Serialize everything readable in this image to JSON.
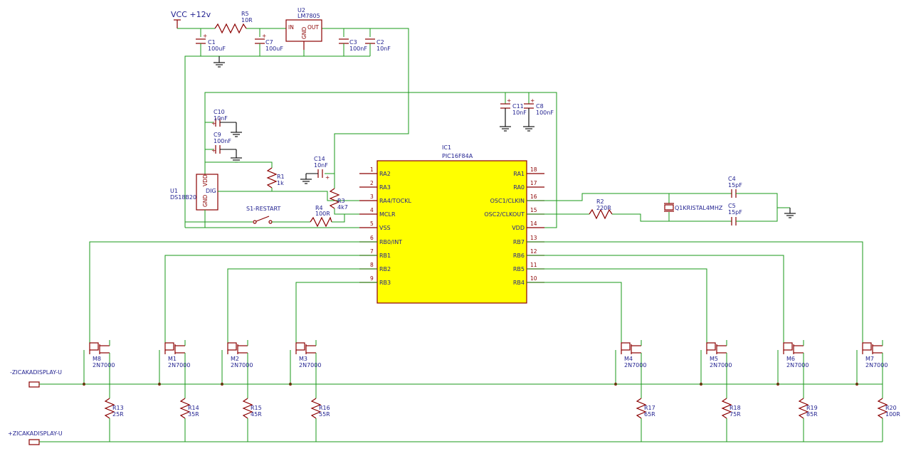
{
  "power": {
    "vcc_label": "VCC +12v"
  },
  "components": {
    "U2": {
      "ref": "U2",
      "value": "LM7805",
      "pin_in": "IN",
      "pin_out": "OUT",
      "pin_gnd": "GND"
    },
    "R5": {
      "ref": "R5",
      "value": "10R"
    },
    "C1": {
      "ref": "C1",
      "value": "100uF"
    },
    "C7": {
      "ref": "C7",
      "value": "100uF"
    },
    "C3": {
      "ref": "C3",
      "value": "100nF"
    },
    "C2": {
      "ref": "C2",
      "value": "10nF"
    },
    "C11": {
      "ref": "C11",
      "value": "10nF"
    },
    "C8": {
      "ref": "C8",
      "value": "100nF"
    },
    "C10": {
      "ref": "C10",
      "value": "10nF"
    },
    "C9": {
      "ref": "C9",
      "value": "100nF"
    },
    "C14": {
      "ref": "C14",
      "value": "10nF"
    },
    "R1": {
      "ref": "R1",
      "value": "1k"
    },
    "R3": {
      "ref": "R3",
      "value": "4k7"
    },
    "R4": {
      "ref": "R4",
      "value": "100R"
    },
    "R2": {
      "ref": "R2",
      "value": "220R"
    },
    "C4": {
      "ref": "C4",
      "value": "15pF"
    },
    "C5": {
      "ref": "C5",
      "value": "15pF"
    },
    "Q1": {
      "ref": "Q1KRISTAL4MHZ"
    },
    "U1": {
      "ref": "U1",
      "value": "DS18B20",
      "pin_vdd": "VDD",
      "pin_gnd": "GND",
      "pin_dig": "DIG"
    },
    "S1": {
      "ref": "S1-RESTART"
    },
    "IC1": {
      "ref": "IC1",
      "value": "PIC16F84A"
    }
  },
  "ic_pins_left": [
    {
      "name": "RA2",
      "num": "1"
    },
    {
      "name": "RA3",
      "num": "2"
    },
    {
      "name": "RA4/TOCKL",
      "num": "3"
    },
    {
      "name": "MCLR",
      "num": "4"
    },
    {
      "name": "VSS",
      "num": "5"
    },
    {
      "name": "RB0/INT",
      "num": "6"
    },
    {
      "name": "RB1",
      "num": "7"
    },
    {
      "name": "RB2",
      "num": "8"
    },
    {
      "name": "RB3",
      "num": "9"
    }
  ],
  "ic_pins_right": [
    {
      "name": "RA1",
      "num": "18"
    },
    {
      "name": "RA0",
      "num": "17"
    },
    {
      "name": "OSC1/CLKIN",
      "num": "16"
    },
    {
      "name": "OSC2/CLKOUT",
      "num": "15"
    },
    {
      "name": "VDD",
      "num": "14"
    },
    {
      "name": "RB7",
      "num": "13"
    },
    {
      "name": "RB6",
      "num": "12"
    },
    {
      "name": "RB5",
      "num": "11"
    },
    {
      "name": "RB4",
      "num": "10"
    }
  ],
  "mosfets": [
    {
      "ref": "M8",
      "value": "2N7000"
    },
    {
      "ref": "M1",
      "value": "2N7000"
    },
    {
      "ref": "M2",
      "value": "2N7000"
    },
    {
      "ref": "M3",
      "value": "2N7000"
    },
    {
      "ref": "M4",
      "value": "2N7000"
    },
    {
      "ref": "M5",
      "value": "2N7000"
    },
    {
      "ref": "M6",
      "value": "2N7000"
    },
    {
      "ref": "M7",
      "value": "2N7000"
    }
  ],
  "resistors_bottom": [
    {
      "ref": "R13",
      "value": "25R"
    },
    {
      "ref": "R14",
      "value": "35R"
    },
    {
      "ref": "R15",
      "value": "45R"
    },
    {
      "ref": "R16",
      "value": "55R"
    },
    {
      "ref": "R17",
      "value": "65R"
    },
    {
      "ref": "R18",
      "value": "75R"
    },
    {
      "ref": "R19",
      "value": "85R"
    },
    {
      "ref": "R20",
      "value": "100R"
    }
  ],
  "connectors": {
    "minus": "-ZICAKADISPLAY-U",
    "plus": "+ZICAKADISPLAY-U"
  },
  "colors": {
    "wire": "#1a9a1a",
    "component": "#8b0000",
    "ic_fill": "#ffff00",
    "label": "#1f1f8f"
  }
}
